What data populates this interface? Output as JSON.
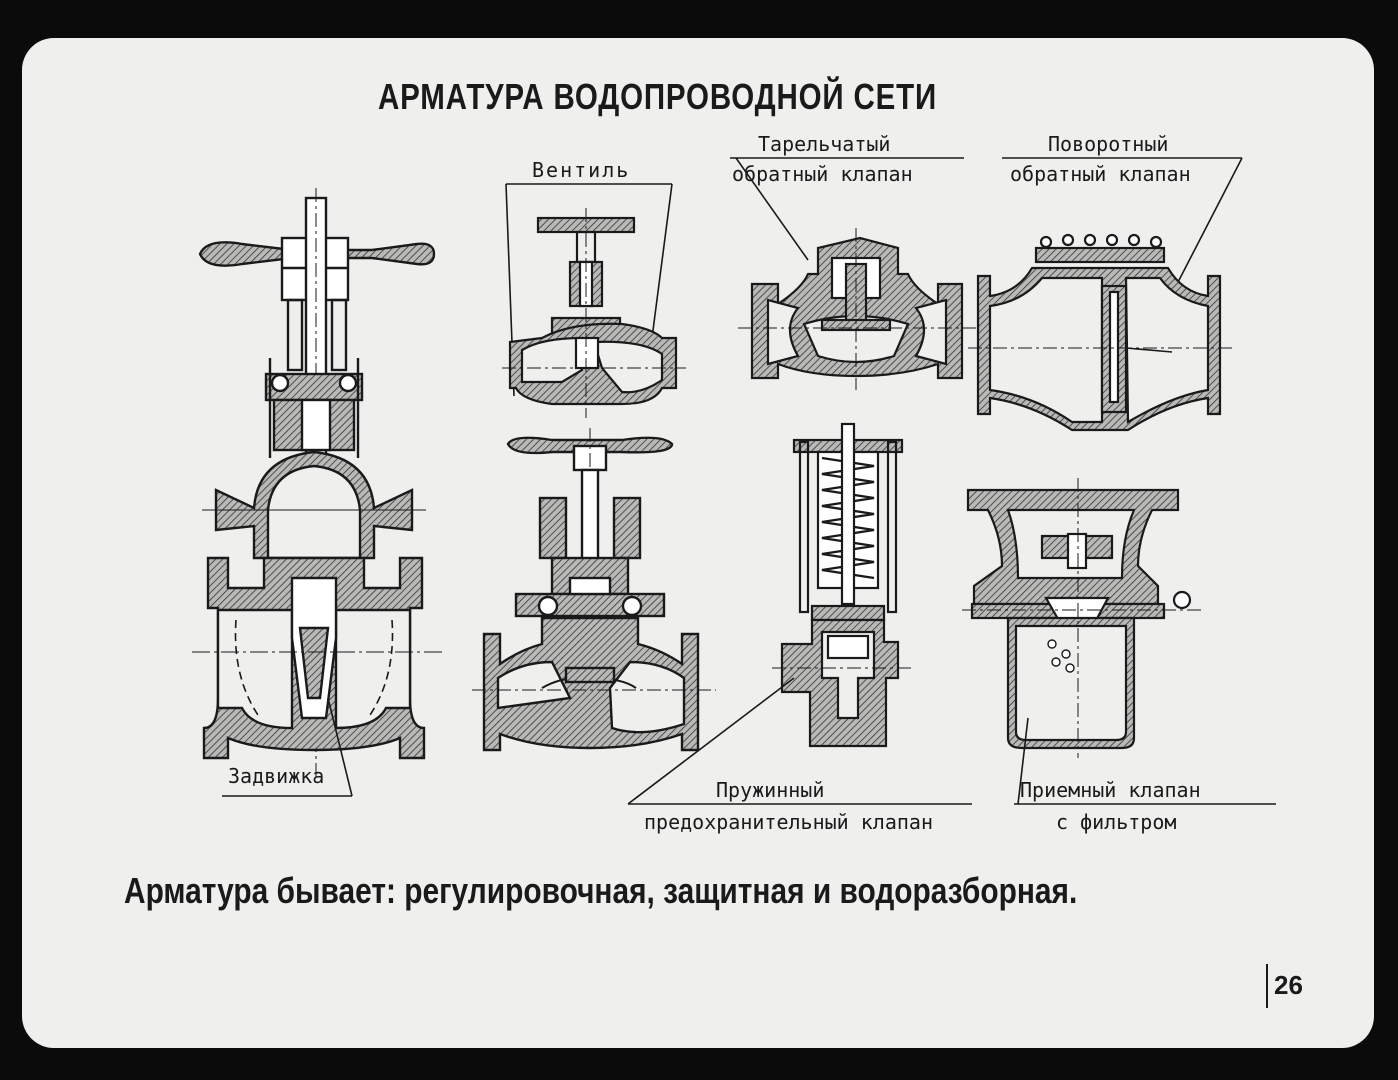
{
  "title": "АРМАТУРА ВОДОПРОВОДНОЙ СЕТИ",
  "labels": {
    "gate_valve": "Задвижка",
    "globe_valve": "Вентиль",
    "lift_check_line1": "Тарельчатый",
    "lift_check_line2": "обратный клапан",
    "swing_check_line1": "Поворотный",
    "swing_check_line2": "обратный клапан",
    "relief_line1": "Пружинный",
    "relief_line2": "предохранительный клапан",
    "foot_line1": "Приемный клапан",
    "foot_line2": "с фильтром"
  },
  "caption": "Арматура бывает: регулировочная, защитная и водоразборная.",
  "slide_number": "26",
  "colors": {
    "background": "#0b0b0b",
    "slide": "#efefed",
    "ink": "#1a1a1a",
    "section_fill": "#8a8a8a"
  }
}
